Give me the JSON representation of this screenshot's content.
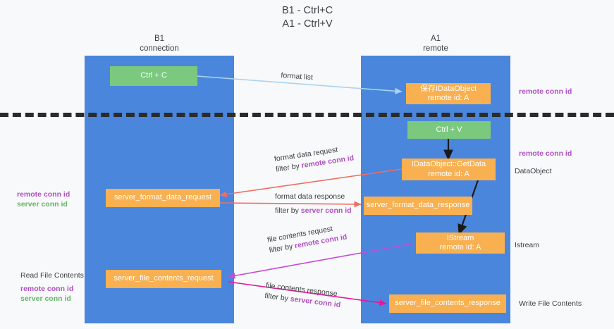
{
  "diagram": {
    "title": "B1 - Ctrl+C\nA1 - Ctrl+V",
    "colors": {
      "lane": "#4a86dc",
      "green_node": "#7bc97f",
      "orange_node": "#f9b050",
      "purple_text": "#b14fc5",
      "green_text": "#68b36b",
      "background": "#f8f9fa",
      "arrow_format_list": "#aad3f0",
      "arrow_format_data": "#ef6d62",
      "arrow_file_contents": "#c74bd6",
      "arrow_black": "#1a1a1a",
      "divider": "#2b2b2b"
    },
    "lanes": [
      {
        "name": "lane-b1",
        "title": "B1\nconnection"
      },
      {
        "name": "lane-a1",
        "title": "A1\nremote"
      }
    ],
    "nodes": [
      {
        "name": "node-ctrl-c",
        "label": "Ctrl + C",
        "style": "green"
      },
      {
        "name": "node-idataobject",
        "line1": "保存IDataObject",
        "line2": "remote id: A",
        "style": "orange"
      },
      {
        "name": "node-ctrl-v",
        "label": "Ctrl + V",
        "style": "green"
      },
      {
        "name": "node-idataobject-getdata",
        "line1": "IDataObject::GetData",
        "line2": "remote id: A",
        "style": "orange"
      },
      {
        "name": "node-server-format-data-request",
        "label": "server_format_data_request",
        "style": "orange"
      },
      {
        "name": "node-server-format-data-response",
        "label": "server_format_data_response",
        "style": "orange"
      },
      {
        "name": "node-istream",
        "line1": "IStream",
        "line2": "remote id: A",
        "style": "orange"
      },
      {
        "name": "node-server-file-contents-request",
        "label": "server_file_contents_request",
        "style": "orange"
      },
      {
        "name": "node-server-file-contents-response",
        "label": "server_file_contents_response",
        "style": "orange"
      }
    ],
    "edge_labels": {
      "format_list": "format list",
      "format_data_request": "format data request",
      "format_data_response": "format data response",
      "file_contents_request": "file contents request",
      "file_contents_response": "file contents response",
      "filter_by": "filter by ",
      "remote_conn_id": "remote conn id",
      "server_conn_id": "server conn id"
    },
    "right_labels": [
      {
        "name": "right-label-remote-conn-id-top",
        "text": "remote conn id",
        "style": "bold-purple"
      },
      {
        "name": "right-label-remote-conn-id-mid",
        "text": "remote conn id",
        "style": "bold-purple"
      },
      {
        "name": "right-label-dataobject",
        "text": "DataObject",
        "style": "dark"
      },
      {
        "name": "right-label-istream",
        "text": "Istream",
        "style": "dark"
      },
      {
        "name": "right-label-write-file-contents",
        "text": "Write File Contents",
        "style": "dark"
      }
    ],
    "left_labels": [
      {
        "name": "left-label-remote-conn-id-mid",
        "text": "remote conn id",
        "style": "bold-purple"
      },
      {
        "name": "left-label-server-conn-id-mid",
        "text": "server conn id",
        "style": "bold-green"
      },
      {
        "name": "left-label-read-file-contents",
        "text": "Read File Contents",
        "style": "dark"
      },
      {
        "name": "left-label-remote-conn-id-bottom",
        "text": "remote conn id",
        "style": "bold-purple"
      },
      {
        "name": "left-label-server-conn-id-bottom",
        "text": "server conn id",
        "style": "bold-green"
      }
    ]
  }
}
